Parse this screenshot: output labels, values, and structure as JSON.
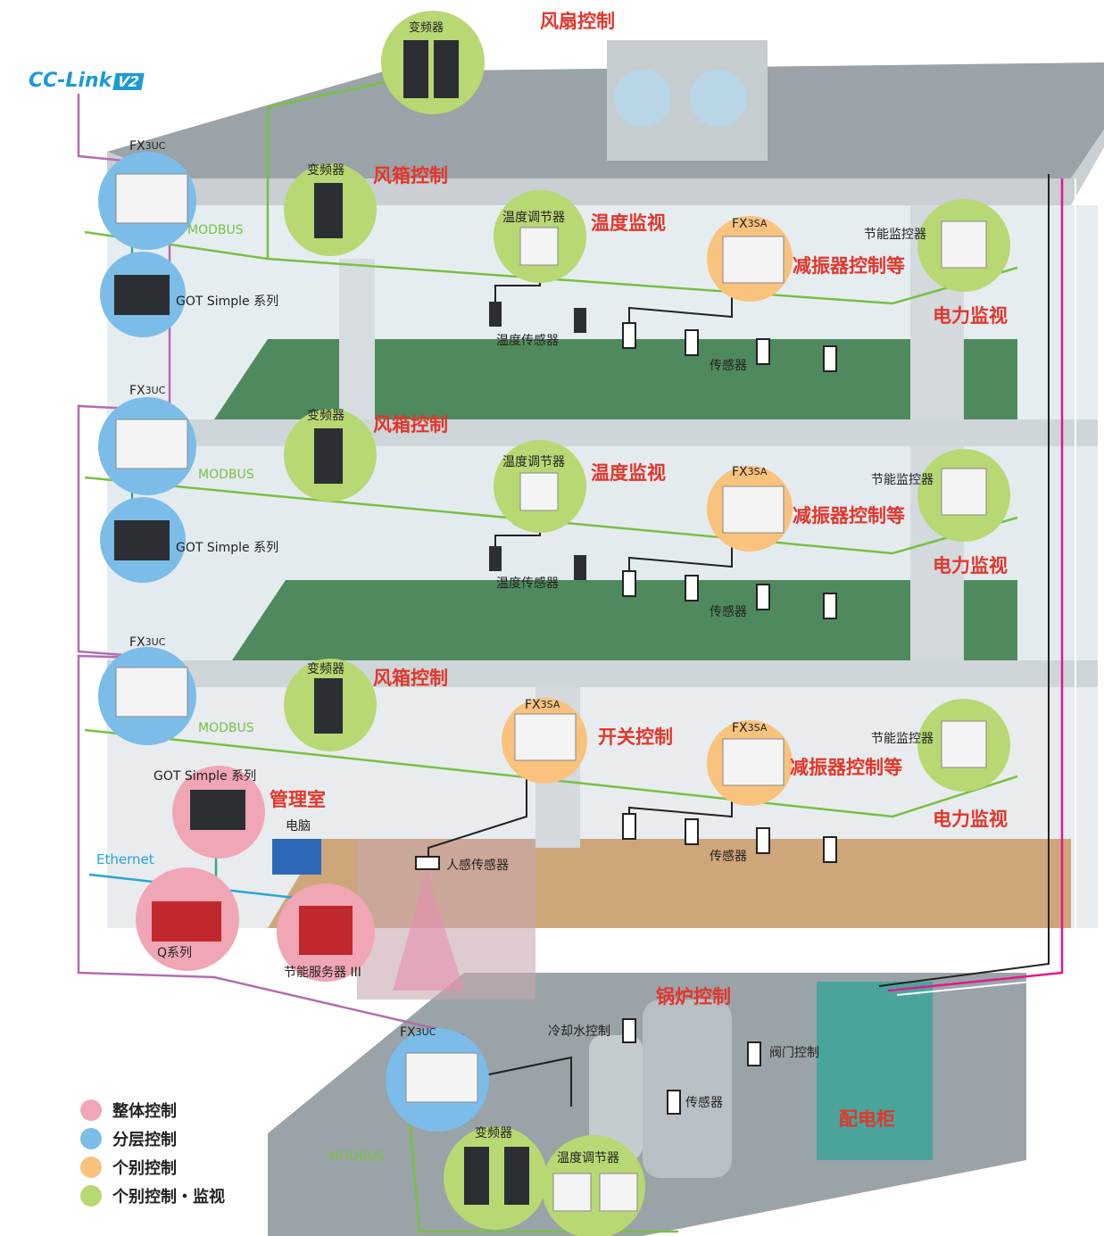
{
  "brand": {
    "cclink_text": "CC-Link",
    "cclink_version": "V2"
  },
  "colors": {
    "overall": "#f0a6b4",
    "layer": "#7bbde8",
    "individual": "#f9c27d",
    "monitor": "#b8d873",
    "cclink_line": "#b46bb0",
    "modbus_line": "#78c043",
    "ethernet_line": "#2aa3d8",
    "power_line": "#e0198a",
    "title_red": "#e2362b"
  },
  "labels": {
    "fan_control": "风扇控制",
    "inverter": "变频器",
    "fan_box_control": "风箱控制",
    "temp_controller": "温度调节器",
    "temp_monitor": "温度监视",
    "fx3sa_prefix": "FX",
    "fx3sa_suffix": "3SA",
    "fx3uc_prefix": "FX",
    "fx3uc_suffix": "3UC",
    "damper_control": "减振器控制等",
    "energy_monitor": "节能监控器",
    "power_monitor": "电力监视",
    "modbus": "MODBUS",
    "got_simple": "GOT Simple 系列",
    "temp_sensor": "温度传感器",
    "sensor": "传感器",
    "switch_control": "开关控制",
    "management_room": "管理室",
    "computer": "电脑",
    "ethernet": "Ethernet",
    "human_sensor": "人感传感器",
    "q_series": "Q系列",
    "energy_server": "节能服务器 III",
    "boiler_control": "锅炉控制",
    "cooling_water": "冷却水控制",
    "valve_control": "阀门控制",
    "switchboard": "配电柜"
  },
  "legend": [
    {
      "label": "整体控制",
      "color": "#f0a6b4"
    },
    {
      "label": "分层控制",
      "color": "#7bbde8"
    },
    {
      "label": "个别控制",
      "color": "#f9c27d"
    },
    {
      "label": "个别控制・监视",
      "color": "#b8d873"
    }
  ]
}
